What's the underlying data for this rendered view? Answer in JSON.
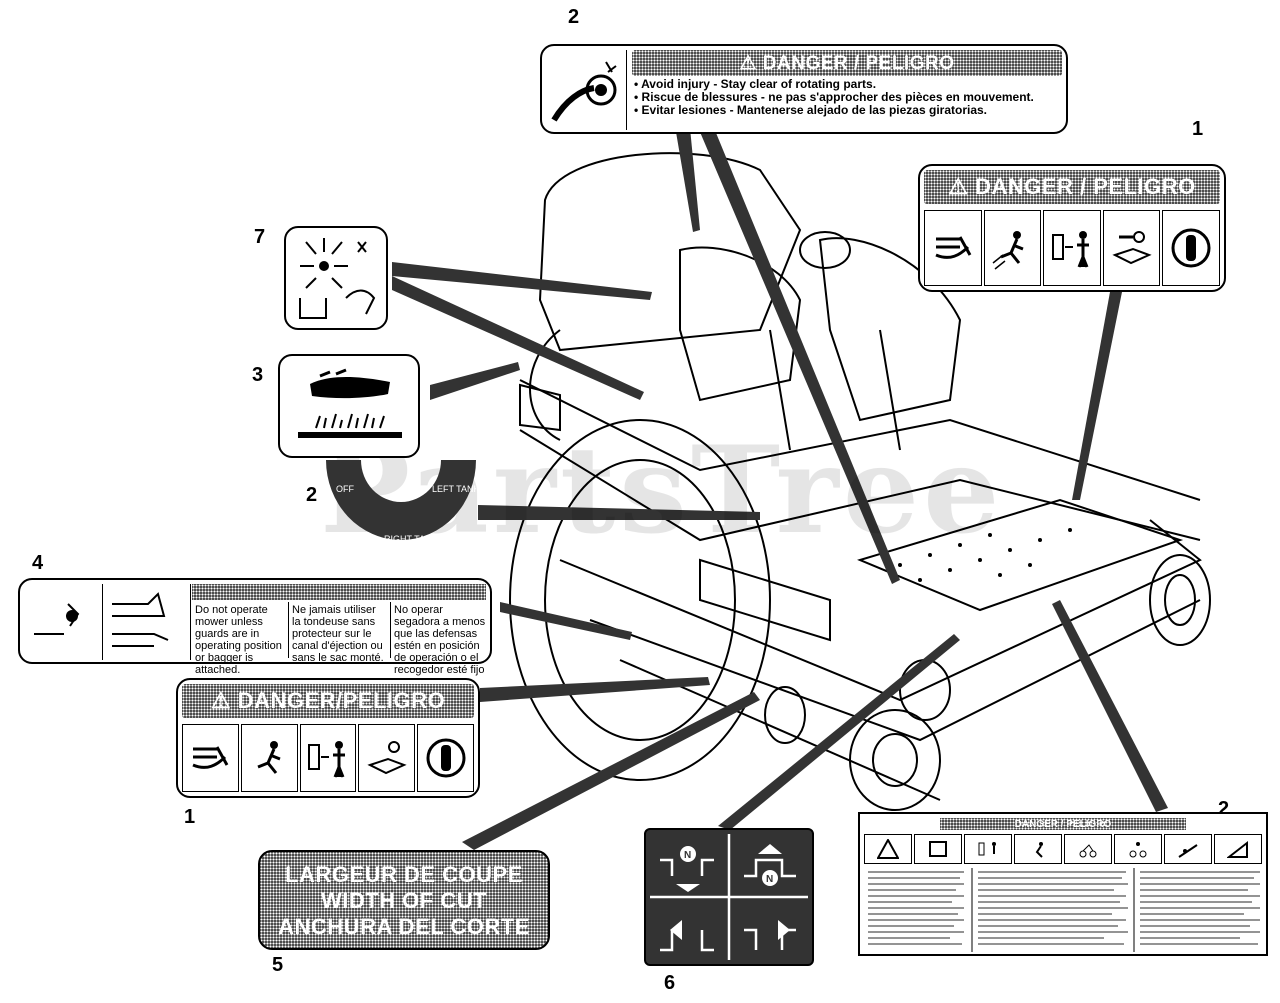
{
  "callouts": {
    "n1_top": "1",
    "n2_top": "2",
    "n7": "7",
    "n3": "3",
    "n2_gauge": "2",
    "n4": "4",
    "n1_bottom": "1",
    "n5": "5",
    "n6": "6",
    "n2_right": "2"
  },
  "decal_rotating": {
    "heading": "DANGER / PELIGRO",
    "lines": [
      "• Avoid injury - Stay clear of rotating parts.",
      "• Riscue de blessures - ne pas s'approcher des pièces en mouvement.",
      "• Evitar lesiones - Mantenerse alejado de las piezas giratorias."
    ]
  },
  "decal_danger_top_right": {
    "heading": "DANGER / PELIGRO"
  },
  "decal_danger_bottom_left": {
    "heading": "DANGER/PELIGRO"
  },
  "decal_fuel_gauge": {
    "left": "LEFT TANK",
    "right": "RIGHT TANK",
    "off": "OFF"
  },
  "decal_guard": {
    "col_en": "Do not operate mower unless guards are in operating position or bagger is attached.",
    "col_fr": "Ne jamais utiliser la tondeuse sans protecteur sur le canal d'éjection ou sans le sac monté.",
    "col_es": "No operar segadora a menos que las defensas estén en posición de operación o el recogedor esté fijo"
  },
  "decal_width_of_cut": {
    "line1": "LARGEUR DE COUPE",
    "line2": "WIDTH OF CUT",
    "line3": "ANCHURA DEL CORTE"
  },
  "decal_large_warning": {
    "heading": "DANGER / PELIGRO"
  },
  "watermark": "PartsTree",
  "colors": {
    "ink": "#000000",
    "paper": "#ffffff",
    "dither": "#444444"
  }
}
